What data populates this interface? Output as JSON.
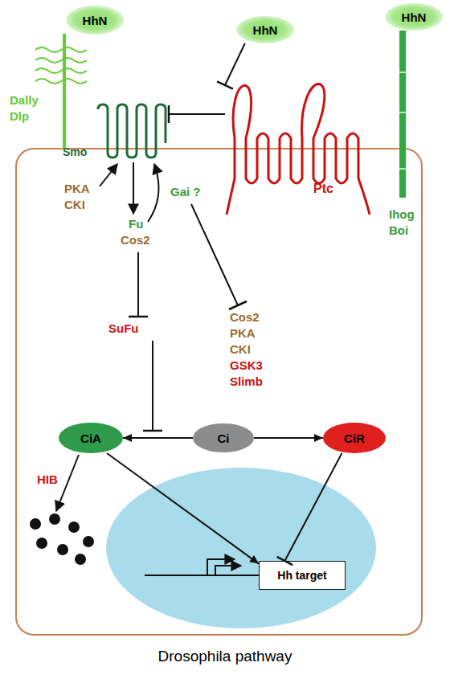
{
  "diagram": {
    "caption": "Drosophila pathway",
    "nodes": [
      {
        "text": [
          "HhN"
        ]
      },
      {
        "text": [
          "HhN"
        ]
      },
      {
        "text": [
          "HhN"
        ]
      },
      {
        "text": [
          "Smo"
        ]
      },
      {
        "text": [
          "Ptc"
        ]
      },
      {
        "text": [
          "CiA"
        ]
      },
      {
        "text": [
          "Ci"
        ]
      },
      {
        "text": [
          "CiR"
        ]
      },
      {
        "text": [
          "Hh target"
        ]
      }
    ],
    "edges": [
      {
        "from": 1,
        "to": 4,
        "arrow": "to"
      },
      {
        "from": 4,
        "to": 3,
        "arrow": "to"
      },
      {
        "from": 6,
        "to": 5,
        "arrow": "to"
      },
      {
        "from": 6,
        "to": 7,
        "arrow": "to"
      },
      {
        "from": 5,
        "to": 8,
        "arrow": "to"
      },
      {
        "from": 7,
        "to": 8,
        "arrow": "to"
      }
    ],
    "labels": [
      "Dally",
      "Dlp",
      "PKA",
      "CKI",
      "Gai ?",
      "Fu",
      "Cos2",
      "SuFu",
      "Cos2",
      "PKA",
      "CKI",
      "GSK3",
      "Slimb",
      "HIB",
      "Ihog",
      "Boi"
    ]
  }
}
